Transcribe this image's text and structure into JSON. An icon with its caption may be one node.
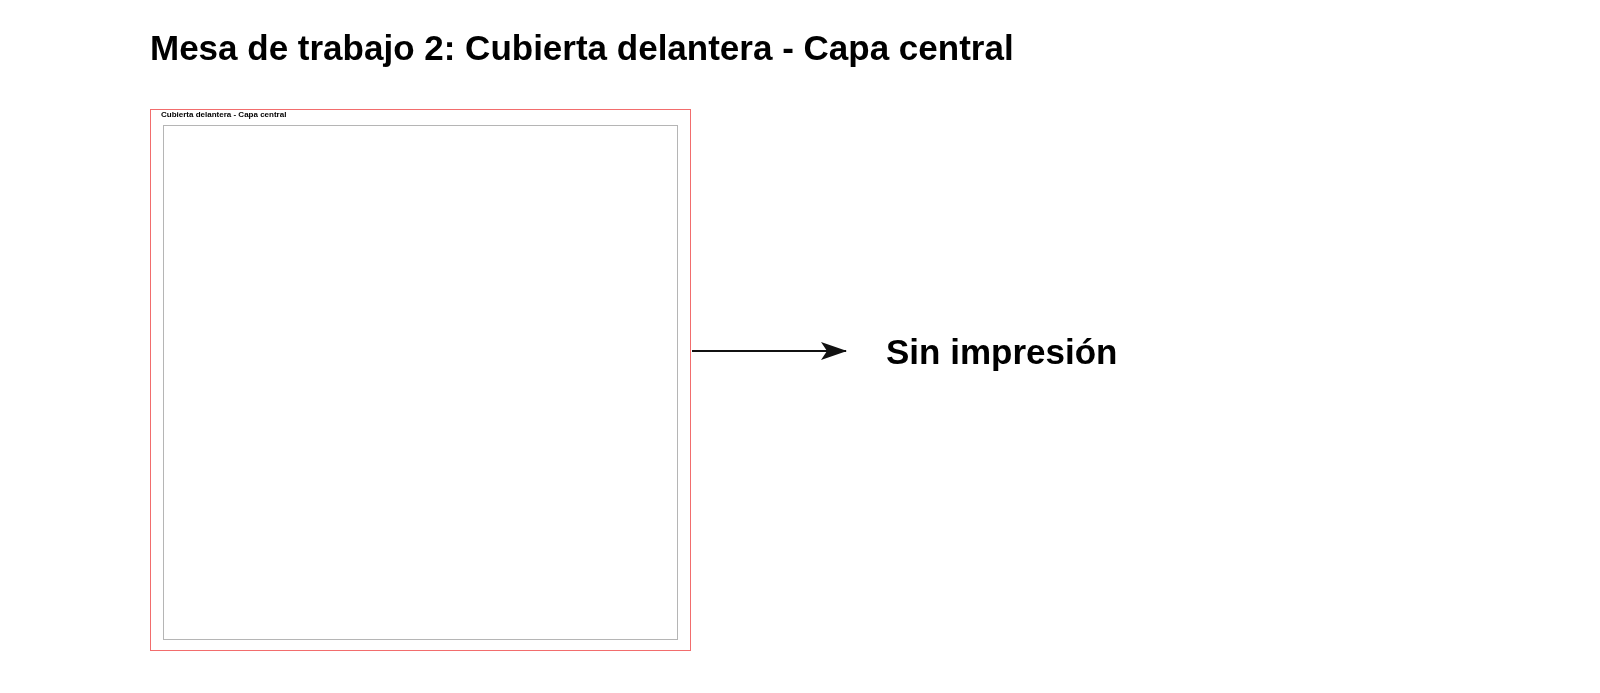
{
  "diagram": {
    "title": "Mesa de trabajo 2: Cubierta delantera - Capa central",
    "nodes": [
      {
        "text": [
          "Cubierta delantera - Capa central"
        ]
      },
      {
        "text": [],
        "shape": "box",
        "in": 0
      },
      {
        "text": [
          "Sin impresión"
        ]
      }
    ],
    "edges": [
      {
        "from": 0,
        "to": 2,
        "arrow": "to"
      }
    ]
  }
}
